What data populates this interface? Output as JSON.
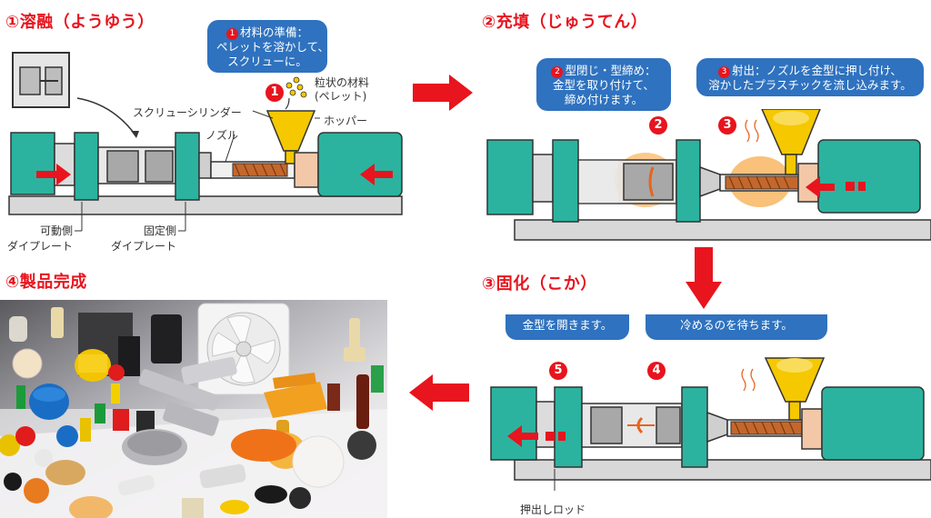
{
  "steps": {
    "s1": {
      "title": "①溶融（ようゆう）"
    },
    "s2": {
      "title": "②充填（じゅうてん）"
    },
    "s3": {
      "title": "③固化（こか）"
    },
    "s4": {
      "title": "④製品完成"
    }
  },
  "bubbles": {
    "b1": {
      "num": "1",
      "lines": [
        "材料の準備：",
        "ペレットを溶かして、",
        "スクリューに。"
      ]
    },
    "b2": {
      "num": "2",
      "lines": [
        "型閉じ・型締め：",
        "金型を取り付けて、",
        "締め付けます。"
      ]
    },
    "b3": {
      "num": "3",
      "lines": [
        "射出：ノズルを金型に押し付け、",
        "溶かしたプラスチックを流し込みます。"
      ]
    },
    "b5": {
      "lines": [
        "金型を開きます。"
      ]
    },
    "b4": {
      "lines": [
        "冷めるのを待ちます。"
      ]
    }
  },
  "labels": {
    "pellet": [
      "粒状の材料",
      "(ペレット)"
    ],
    "hopper": "ホッパー",
    "screw_cylinder": "スクリューシリンダー",
    "nozzle": "ノズル",
    "movable_platen": [
      "可動側",
      "ダイプレート"
    ],
    "fixed_platen": [
      "固定側",
      "ダイプレート"
    ],
    "ejector_rod": "押出しロッド"
  },
  "markers": {
    "m1": "1",
    "m2": "2",
    "m3": "3",
    "m4": "4",
    "m5": "5"
  },
  "colors": {
    "title_red": "#e8141e",
    "teal": "#2bb3a0",
    "bubble_blue": "#2f72bf",
    "hopper_yellow": "#f5c800",
    "base_gray": "#d8d8d8"
  }
}
